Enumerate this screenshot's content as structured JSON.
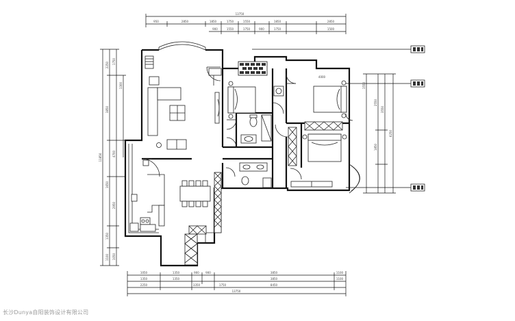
{
  "top_dimensions": {
    "overall": "13750",
    "row1": [
      "950",
      "2850",
      "1850",
      "1750",
      "1550",
      "1850",
      "2850"
    ],
    "row2": [
      "900",
      "1550",
      "1750",
      "900",
      "1750",
      "1500"
    ]
  },
  "bottom_dimensions": {
    "row1": [
      "1050",
      "1350",
      "900",
      "900",
      "3850",
      "1100"
    ],
    "row2": [
      "1350",
      "1350",
      "3850",
      "1100"
    ],
    "row3": [
      "2250",
      "3350",
      "1750",
      "8450"
    ],
    "overall": "13750"
  },
  "left_dimensions": {
    "outer": [
      "2250",
      "3850",
      "1650",
      "1350",
      "1100"
    ],
    "inner": [
      "1750",
      "1300",
      "4700",
      "2950",
      "1050"
    ],
    "overall": "11850"
  },
  "right_dimensions": {
    "values": [
      "1550",
      "2550",
      "1850",
      "3550",
      "6250"
    ]
  },
  "labels": {
    "bedroom_bed": "4000",
    "watermark": "长沙Dunya自阳装饰设计有限公司"
  }
}
